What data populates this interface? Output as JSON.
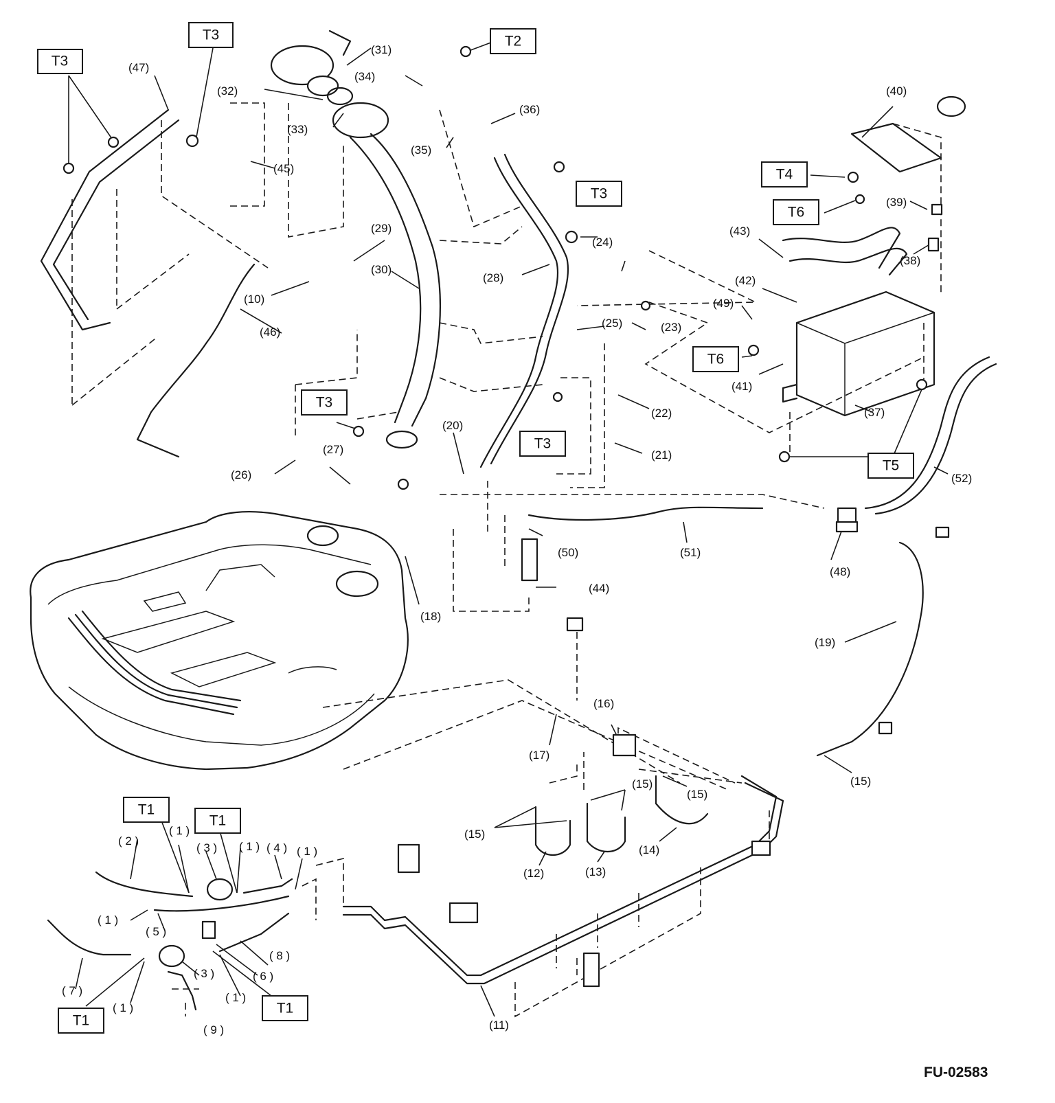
{
  "figure_id": "FU-02583",
  "colors": {
    "line": "#1a1a1a",
    "background": "#ffffff"
  },
  "tags": {
    "t1": "T1",
    "t2": "T2",
    "t3": "T3",
    "t4": "T4",
    "t5": "T5",
    "t6": "T6"
  },
  "callouts": {
    "c1": "( 1 )",
    "c2": "( 2 )",
    "c3": "( 3 )",
    "c4": "( 4 )",
    "c5": "( 5 )",
    "c6": "( 6 )",
    "c7": "( 7 )",
    "c8": "( 8 )",
    "c9": "( 9 )",
    "c10": "(10)",
    "c11": "(11)",
    "c12": "(12)",
    "c13": "(13)",
    "c14": "(14)",
    "c15": "(15)",
    "c16": "(16)",
    "c17": "(17)",
    "c18": "(18)",
    "c19": "(19)",
    "c20": "(20)",
    "c21": "(21)",
    "c22": "(22)",
    "c23": "(23)",
    "c24": "(24)",
    "c25": "(25)",
    "c26": "(26)",
    "c27": "(27)",
    "c28": "(28)",
    "c29": "(29)",
    "c30": "(30)",
    "c31": "(31)",
    "c32": "(32)",
    "c33": "(33)",
    "c34": "(34)",
    "c35": "(35)",
    "c36": "(36)",
    "c37": "(37)",
    "c38": "(38)",
    "c39": "(39)",
    "c40": "(40)",
    "c41": "(41)",
    "c42": "(42)",
    "c43": "(43)",
    "c44": "(44)",
    "c45": "(45)",
    "c46": "(46)",
    "c47": "(47)",
    "c48": "(48)",
    "c49": "(49)",
    "c50": "(50)",
    "c51": "(51)",
    "c52": "(52)"
  }
}
